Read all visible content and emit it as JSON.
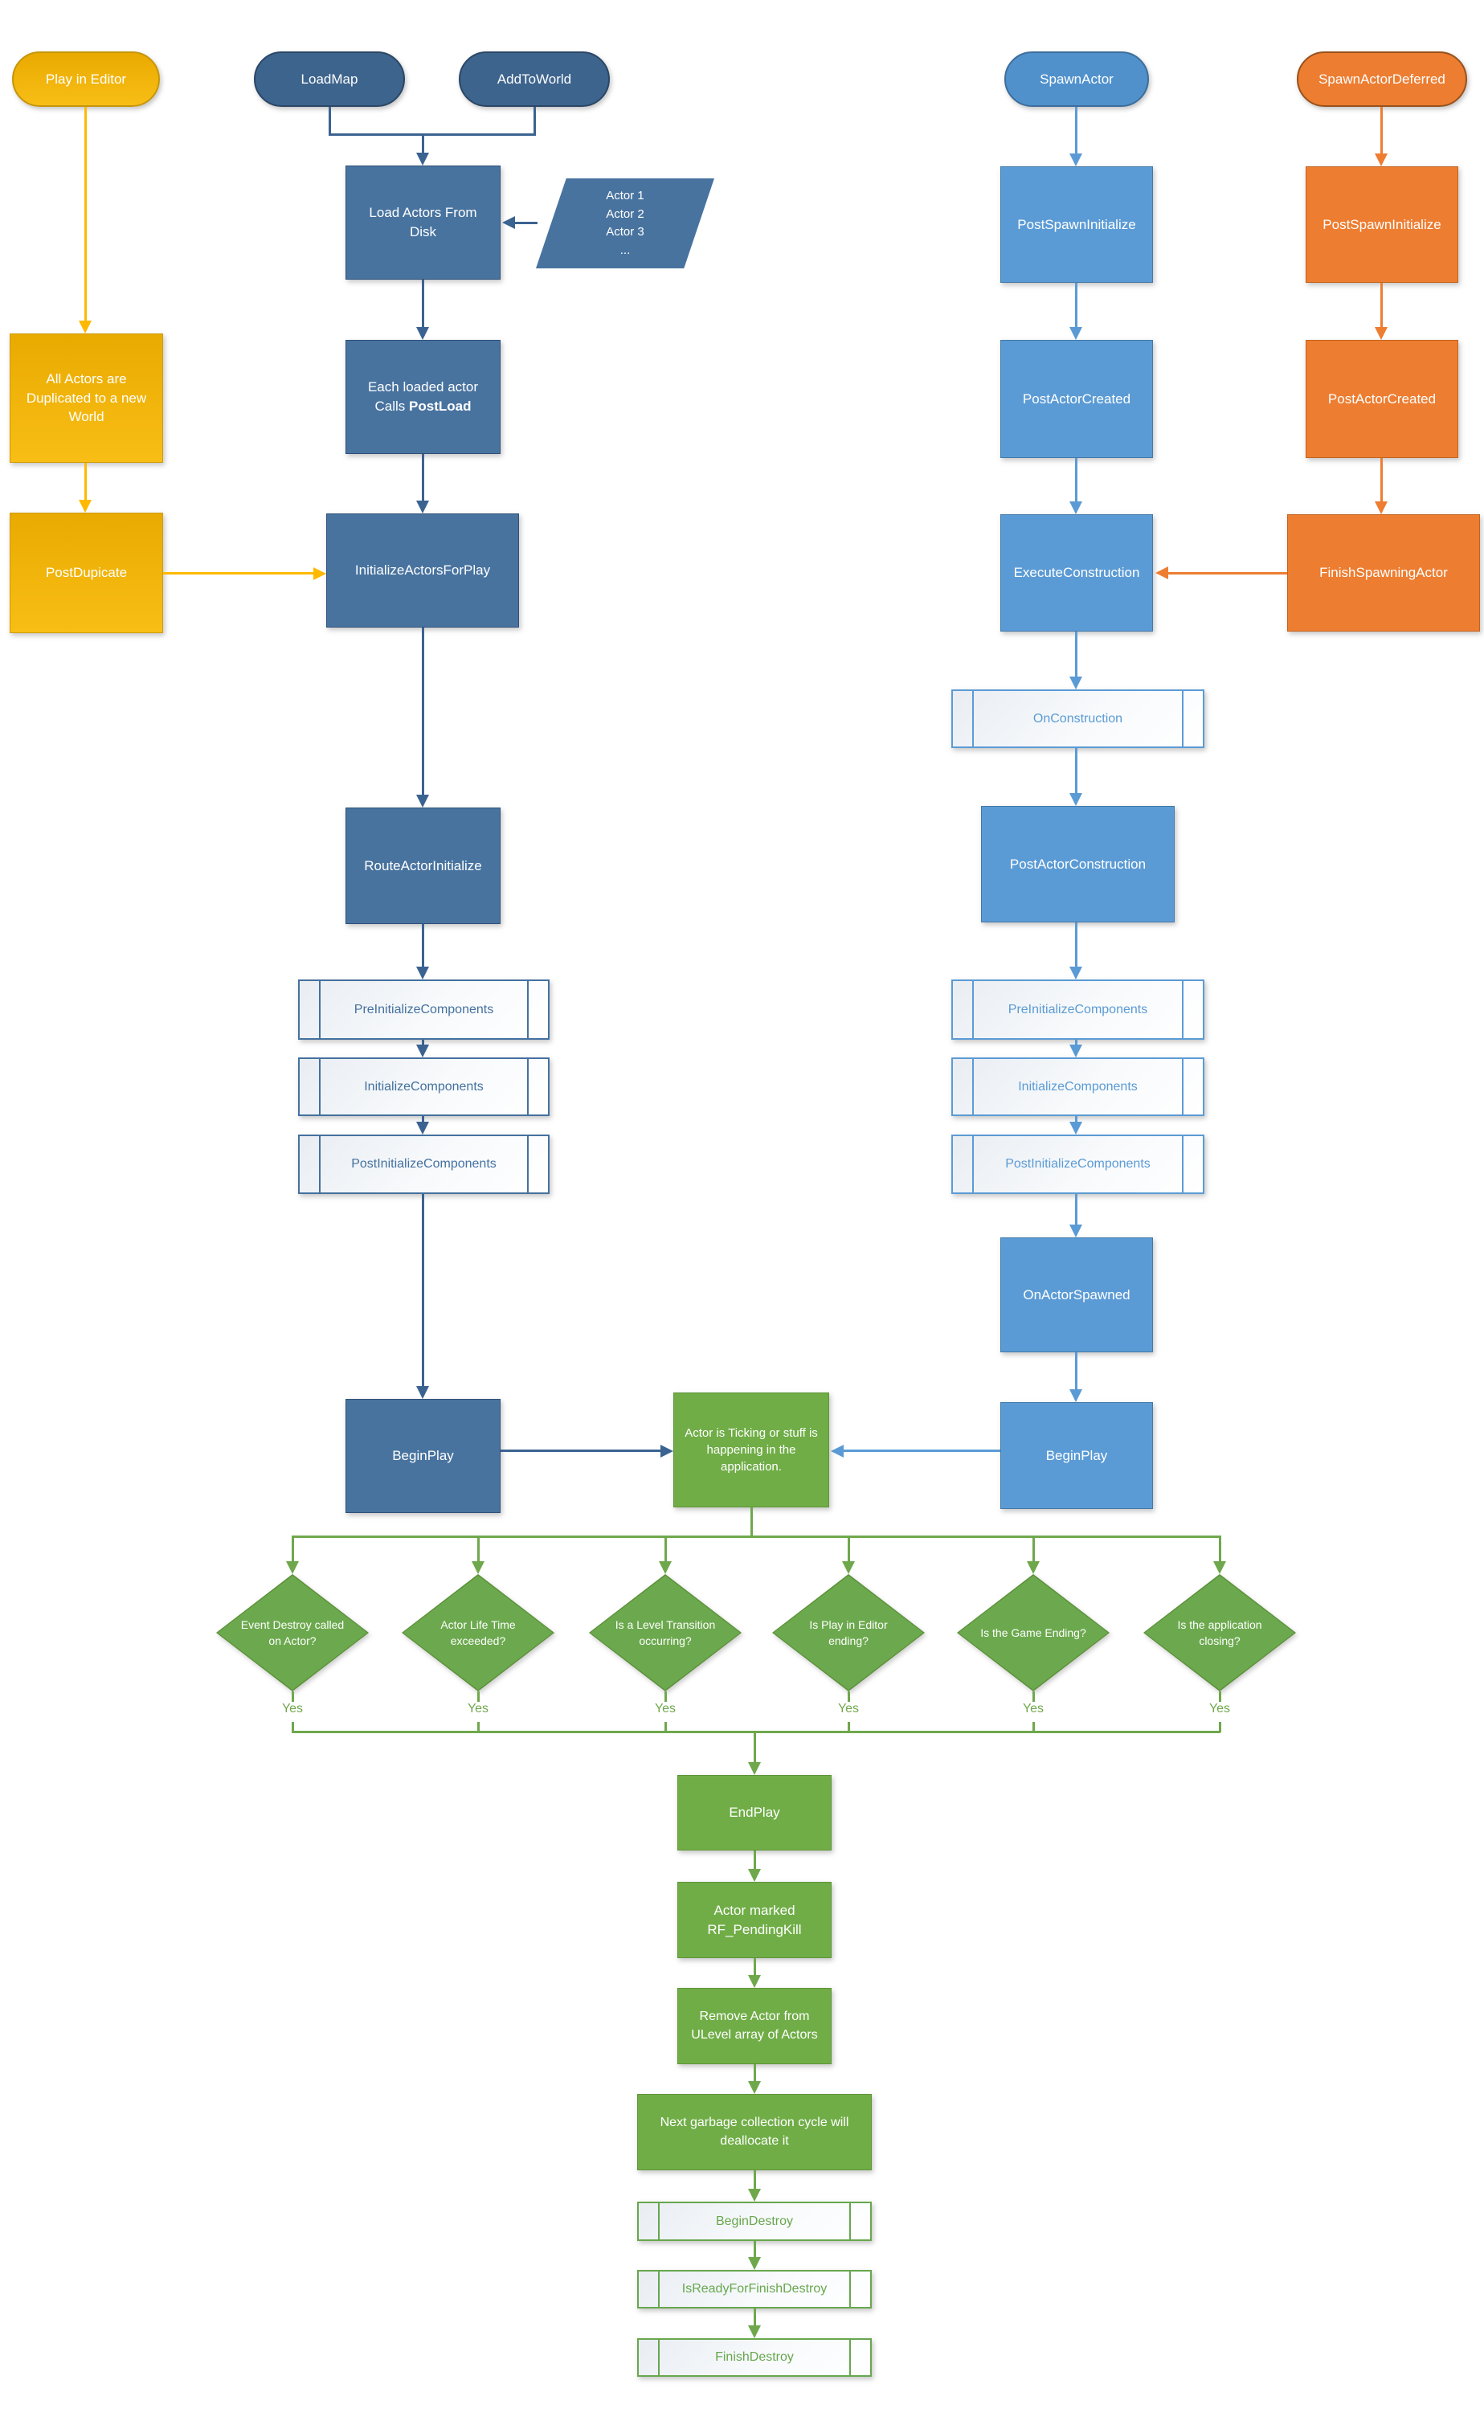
{
  "nodes": {
    "play_in_editor": "Play in Editor",
    "load_map": "LoadMap",
    "add_to_world": "AddToWorld",
    "load_actors_from_disk": "Load Actors From Disk",
    "actor_list": [
      "Actor 1",
      "Actor 2",
      "Actor 3",
      "..."
    ],
    "each_loaded_actor": {
      "line1": "Each loaded actor",
      "line2_prefix": "Calls",
      "line2_bold": "PostLoad"
    },
    "all_actors_duplicated": "All Actors are Duplicated to a new World",
    "post_dupicate": "PostDupicate",
    "initialize_actors_for_play": "InitializeActorsForPlay",
    "route_actor_initialize": "RouteActorInitialize",
    "pre_initialize_components_left": "PreInitializeComponents",
    "initialize_components_left": "InitializeComponents",
    "post_initialize_components_left": "PostInitializeComponents",
    "begin_play_left": "BeginPlay",
    "spawn_actor": "SpawnActor",
    "spawn_actor_deferred": "SpawnActorDeferred",
    "post_spawn_initialize_blue": "PostSpawnInitialize",
    "post_spawn_initialize_orange": "PostSpawnInitialize",
    "post_actor_created_blue": "PostActorCreated",
    "post_actor_created_orange": "PostActorCreated",
    "execute_construction": "ExecuteConstruction",
    "finish_spawning_actor": "FinishSpawningActor",
    "on_construction": "OnConstruction",
    "post_actor_construction": "PostActorConstruction",
    "pre_initialize_components_right": "PreInitializeComponents",
    "initialize_components_right": "InitializeComponents",
    "post_initialize_components_right": "PostInitializeComponents",
    "on_actor_spawned": "OnActorSpawned",
    "begin_play_right": "BeginPlay",
    "actor_ticking": "Actor is Ticking or stuff is happening in the application.",
    "end_play": "EndPlay",
    "actor_marked_pending_kill": "Actor marked RF_PendingKill",
    "remove_actor_from_ulevel": "Remove Actor from ULevel array of Actors",
    "next_garbage_collection": "Next garbage collection cycle will deallocate it",
    "begin_destroy": "BeginDestroy",
    "is_ready_for_finish_destroy": "IsReadyForFinishDestroy",
    "finish_destroy": "FinishDestroy"
  },
  "diamonds": [
    {
      "label": "Event Destroy called on Actor?"
    },
    {
      "label": "Actor Life Time exceeded?"
    },
    {
      "label": "Is a Level Transition occurring?"
    },
    {
      "label": "Is Play in Editor ending?"
    },
    {
      "label": "Is the Game Ending?"
    },
    {
      "label": "Is the application closing?"
    }
  ],
  "labels": {
    "yes": "Yes"
  },
  "colors": {
    "gold": "#EFAF00",
    "steel_blue": "#48739F",
    "light_blue": "#5B9BD5",
    "orange": "#ED7D31",
    "green": "#70AD47"
  }
}
